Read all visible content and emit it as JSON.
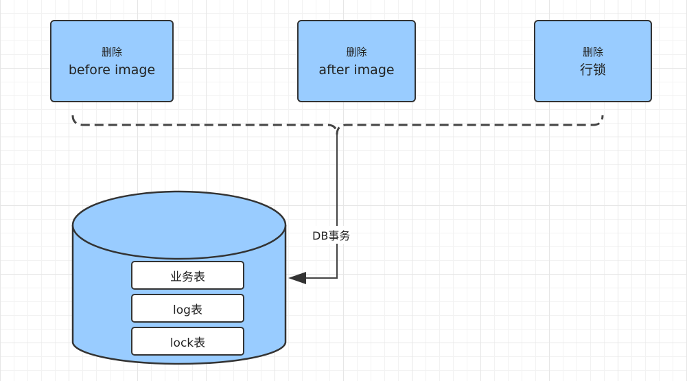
{
  "boxes": [
    {
      "line1": "删除",
      "line2": "before image"
    },
    {
      "line1": "删除",
      "line2": "after image"
    },
    {
      "line1": "删除",
      "line2": "行锁"
    }
  ],
  "edge_label": "DB事务",
  "database": {
    "tables": [
      "业务表",
      "log表",
      "lock表"
    ]
  },
  "colors": {
    "box_fill": "#99ccff",
    "stroke": "#333333",
    "connector": "#444444",
    "grid": "#e6e6e6"
  }
}
